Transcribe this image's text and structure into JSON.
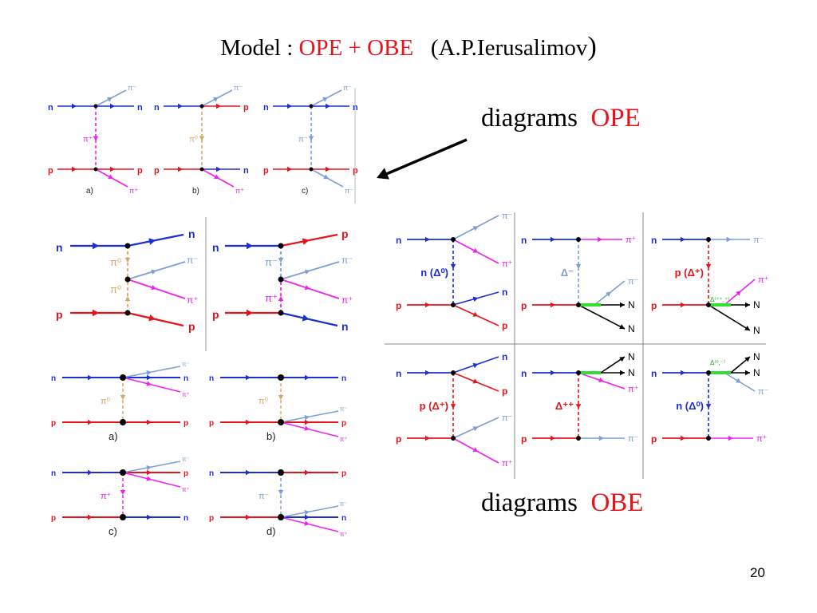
{
  "title": {
    "prefix": "Model : ",
    "highlight": "OPE + OBE",
    "suffix": "(A.P.Ierusalimov",
    "close": ")"
  },
  "ope_label": {
    "text": "diagrams",
    "highlight": "OPE"
  },
  "obe_label": {
    "text": "diagrams",
    "highlight": "OBE"
  },
  "page_number": "20",
  "colors": {
    "neutron": "#1a2fd6",
    "proton": "#e8141b",
    "pi_plus": "#ee22ee",
    "pi_minus": "#7b9fd6",
    "pi_zero": "#d8a86a",
    "delta_bar": "#33dd33",
    "nucleon_black": "#000000"
  },
  "particles": {
    "n": "n",
    "p": "p",
    "N": "N",
    "pi_minus": "π⁻",
    "pi_plus": "π⁺",
    "pi_zero": "π⁰"
  },
  "ope_small": {
    "captions": [
      "a)",
      "b)",
      "c)"
    ],
    "exchange": [
      "π⁺",
      "π⁰",
      "π⁻"
    ]
  },
  "ope_double": {
    "exchange_top_left": "π⁰",
    "exchange_bottom_left": "π⁰",
    "exchange_top_right": "π⁻",
    "exchange_bottom_right": "π⁺"
  },
  "ope_grid": {
    "captions": [
      "a)",
      "b)",
      "c)",
      "d)"
    ],
    "exchange": [
      "π⁰",
      "π⁰",
      "π⁺",
      "π⁻"
    ]
  },
  "obe": {
    "exchange": [
      "n (Δ⁰)",
      "Δ⁻",
      "p (Δ⁺)",
      "p (Δ⁺)",
      "Δ⁺⁺",
      "n (Δ⁰)"
    ],
    "resonance": [
      "Δ⁽⁺⁺,⁺⁾",
      "Δ⁽⁰,⁻⁾"
    ]
  }
}
